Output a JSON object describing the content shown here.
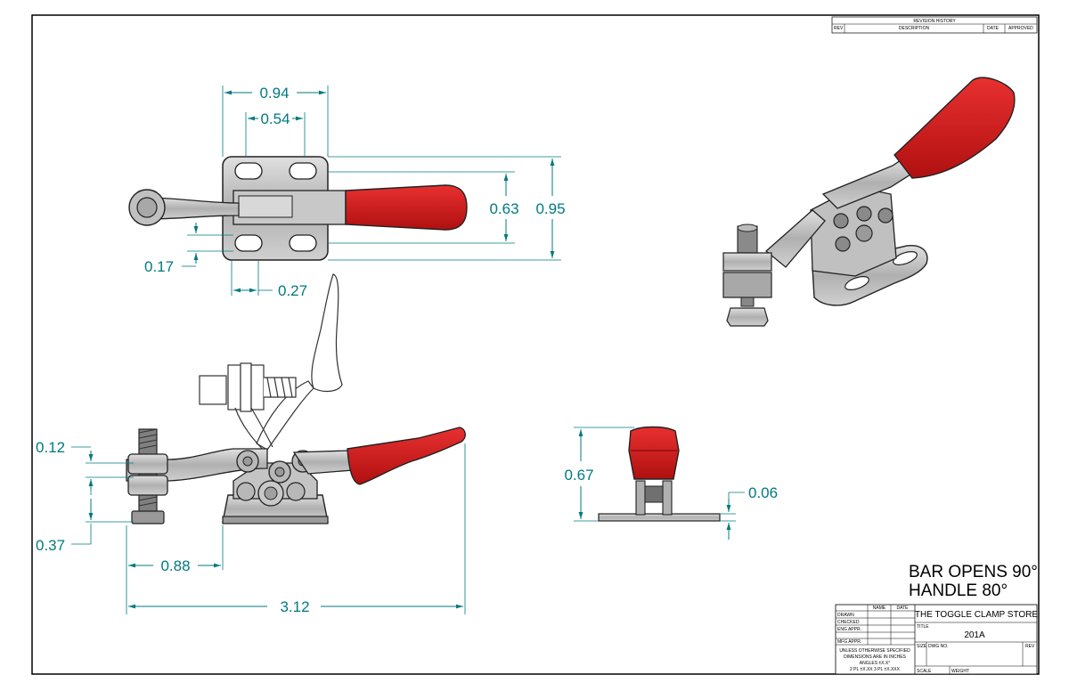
{
  "dimensions": {
    "top_outer_width": "0.94",
    "top_inner_width": "0.54",
    "top_hole_spacing": "0.63",
    "top_base_height": "0.95",
    "top_hole_offset_y": "0.17",
    "top_hole_offset_x": "0.27",
    "side_bar_offset": "0.12",
    "side_spindle_height": "0.37",
    "side_base_offset": "0.88",
    "side_overall_length": "3.12",
    "end_height": "0.67",
    "end_base_thickness": "0.06"
  },
  "notes": {
    "line1": "BAR OPENS 90°",
    "line2": "HANDLE 80°"
  },
  "revision_block": {
    "title": "REVISION HISTORY",
    "rev": "REV",
    "description": "DESCRIPTION",
    "date": "DATE",
    "approved": "APPROVED"
  },
  "title_block": {
    "name_hdr": "NAME",
    "date_hdr": "DATE",
    "drawn": "DRAWN",
    "checked": "CHECKED",
    "eng_appr": "ENG APPR.",
    "mfg_appr": "MFG APPR.",
    "company": "THE TOGGLE CLAMP STORE",
    "title_label": "TITLE",
    "part_number": "201A",
    "size": "SIZE",
    "dwg_no": "DWG NO.",
    "rev": "REV",
    "tol1": "UNLESS OTHERWISE SPECIFIED",
    "tol2": "DIMENSIONS ARE IN INCHES",
    "tol3": "ANGLES ±X.X°",
    "tol4": "2 PL ±X.XX 3 PL ±X.XXX",
    "scale": "SCALE",
    "weight": "WEIGHT"
  },
  "colors": {
    "dimension": "#007a80",
    "handle_red": "#d01818",
    "steel": "#b8b8b8"
  }
}
